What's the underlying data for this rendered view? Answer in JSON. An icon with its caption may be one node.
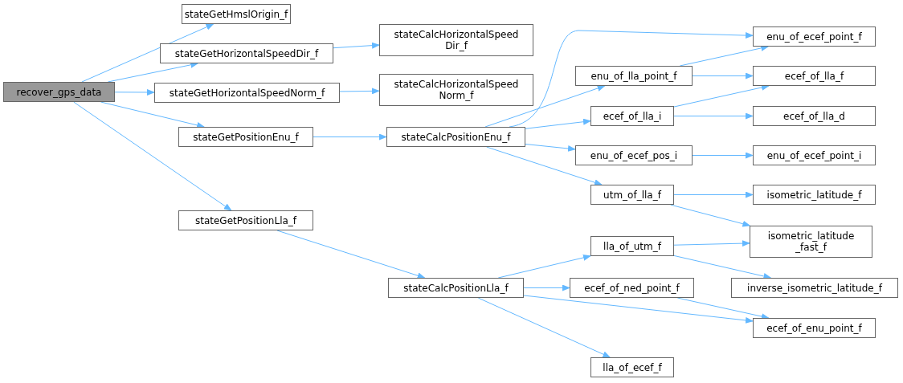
{
  "diagram": {
    "nodes": [
      {
        "text": [
          "recover_gps_data"
        ]
      },
      {
        "text": [
          "stateGetHmslOrigin_f"
        ]
      },
      {
        "text": [
          "stateGetHorizontalSpeedDir_f"
        ]
      },
      {
        "text": [
          "stateCalcHorizontalSpeed Dir_f"
        ]
      },
      {
        "text": [
          "stateGetHorizontalSpeedNorm_f"
        ]
      },
      {
        "text": [
          "stateCalcHorizontalSpeed Norm_f"
        ]
      },
      {
        "text": [
          "stateGetPositionEnu_f"
        ]
      },
      {
        "text": [
          "stateCalcPositionEnu_f"
        ]
      },
      {
        "text": [
          "enu_of_ecef_point_f"
        ]
      },
      {
        "text": [
          "enu_of_lla_point_f"
        ]
      },
      {
        "text": [
          "ecef_of_lla_f"
        ]
      },
      {
        "text": [
          "ecef_of_lla_i"
        ]
      },
      {
        "text": [
          "ecef_of_lla_d"
        ]
      },
      {
        "text": [
          "enu_of_ecef_pos_i"
        ]
      },
      {
        "text": [
          "enu_of_ecef_point_i"
        ]
      },
      {
        "text": [
          "utm_of_lla_f"
        ]
      },
      {
        "text": [
          "isometric_latitude_f"
        ]
      },
      {
        "text": [
          "isometric_latitude _fast_f"
        ]
      },
      {
        "text": [
          "stateGetPositionLla_f"
        ]
      },
      {
        "text": [
          "lla_of_utm_f"
        ]
      },
      {
        "text": [
          "stateCalcPositionLla_f"
        ]
      },
      {
        "text": [
          "ecef_of_ned_point_f"
        ]
      },
      {
        "text": [
          "inverse_isometric_latitude_f"
        ]
      },
      {
        "text": [
          "ecef_of_enu_point_f"
        ]
      },
      {
        "text": [
          "lla_of_ecef_f"
        ]
      }
    ],
    "edges": [
      {
        "from": 0,
        "to": 1,
        "arrow": "to"
      },
      {
        "from": 0,
        "to": 2,
        "arrow": "to"
      },
      {
        "from": 0,
        "to": 4,
        "arrow": "to"
      },
      {
        "from": 0,
        "to": 6,
        "arrow": "to"
      },
      {
        "from": 0,
        "to": 18,
        "arrow": "to"
      },
      {
        "from": 2,
        "to": 3,
        "arrow": "to"
      },
      {
        "from": 4,
        "to": 5,
        "arrow": "to"
      },
      {
        "from": 6,
        "to": 7,
        "arrow": "to"
      },
      {
        "from": 18,
        "to": 20,
        "arrow": "to"
      },
      {
        "from": 7,
        "to": 8,
        "arrow": "to"
      },
      {
        "from": 7,
        "to": 9,
        "arrow": "to"
      },
      {
        "from": 7,
        "to": 11,
        "arrow": "to"
      },
      {
        "from": 7,
        "to": 13,
        "arrow": "to"
      },
      {
        "from": 7,
        "to": 15,
        "arrow": "to"
      },
      {
        "from": 9,
        "to": 8,
        "arrow": "to"
      },
      {
        "from": 9,
        "to": 10,
        "arrow": "to"
      },
      {
        "from": 11,
        "to": 10,
        "arrow": "to"
      },
      {
        "from": 11,
        "to": 12,
        "arrow": "to"
      },
      {
        "from": 13,
        "to": 14,
        "arrow": "to"
      },
      {
        "from": 15,
        "to": 16,
        "arrow": "to"
      },
      {
        "from": 15,
        "to": 17,
        "arrow": "to"
      },
      {
        "from": 20,
        "to": 19,
        "arrow": "to"
      },
      {
        "from": 20,
        "to": 21,
        "arrow": "to"
      },
      {
        "from": 20,
        "to": 23,
        "arrow": "to"
      },
      {
        "from": 20,
        "to": 24,
        "arrow": "to"
      },
      {
        "from": 19,
        "to": 17,
        "arrow": "to"
      },
      {
        "from": 19,
        "to": 22,
        "arrow": "to"
      },
      {
        "from": 21,
        "to": 23,
        "arrow": "to"
      }
    ]
  }
}
